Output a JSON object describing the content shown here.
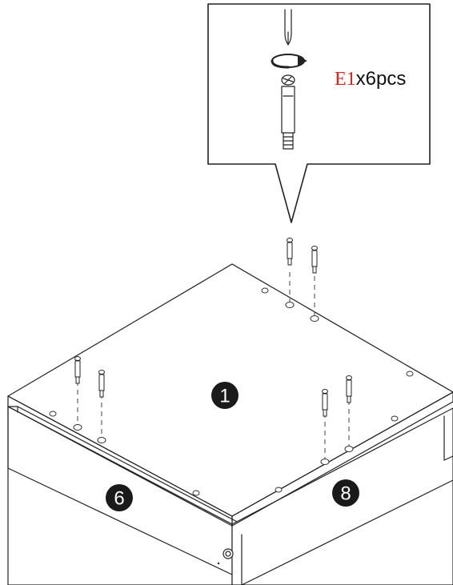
{
  "callout": {
    "part_code": "E1",
    "qty_text": "x6pcs",
    "part_code_color": "#e0201a",
    "qty_color": "#111111"
  },
  "panels": {
    "top_number": "1",
    "left_number": "6",
    "right_number": "8"
  },
  "colors": {
    "badge": "#1a1a1a",
    "line": "#222222"
  },
  "icons": [
    "screwdriver-icon",
    "rotate-arrow-icon",
    "cam-dowel-icon"
  ]
}
